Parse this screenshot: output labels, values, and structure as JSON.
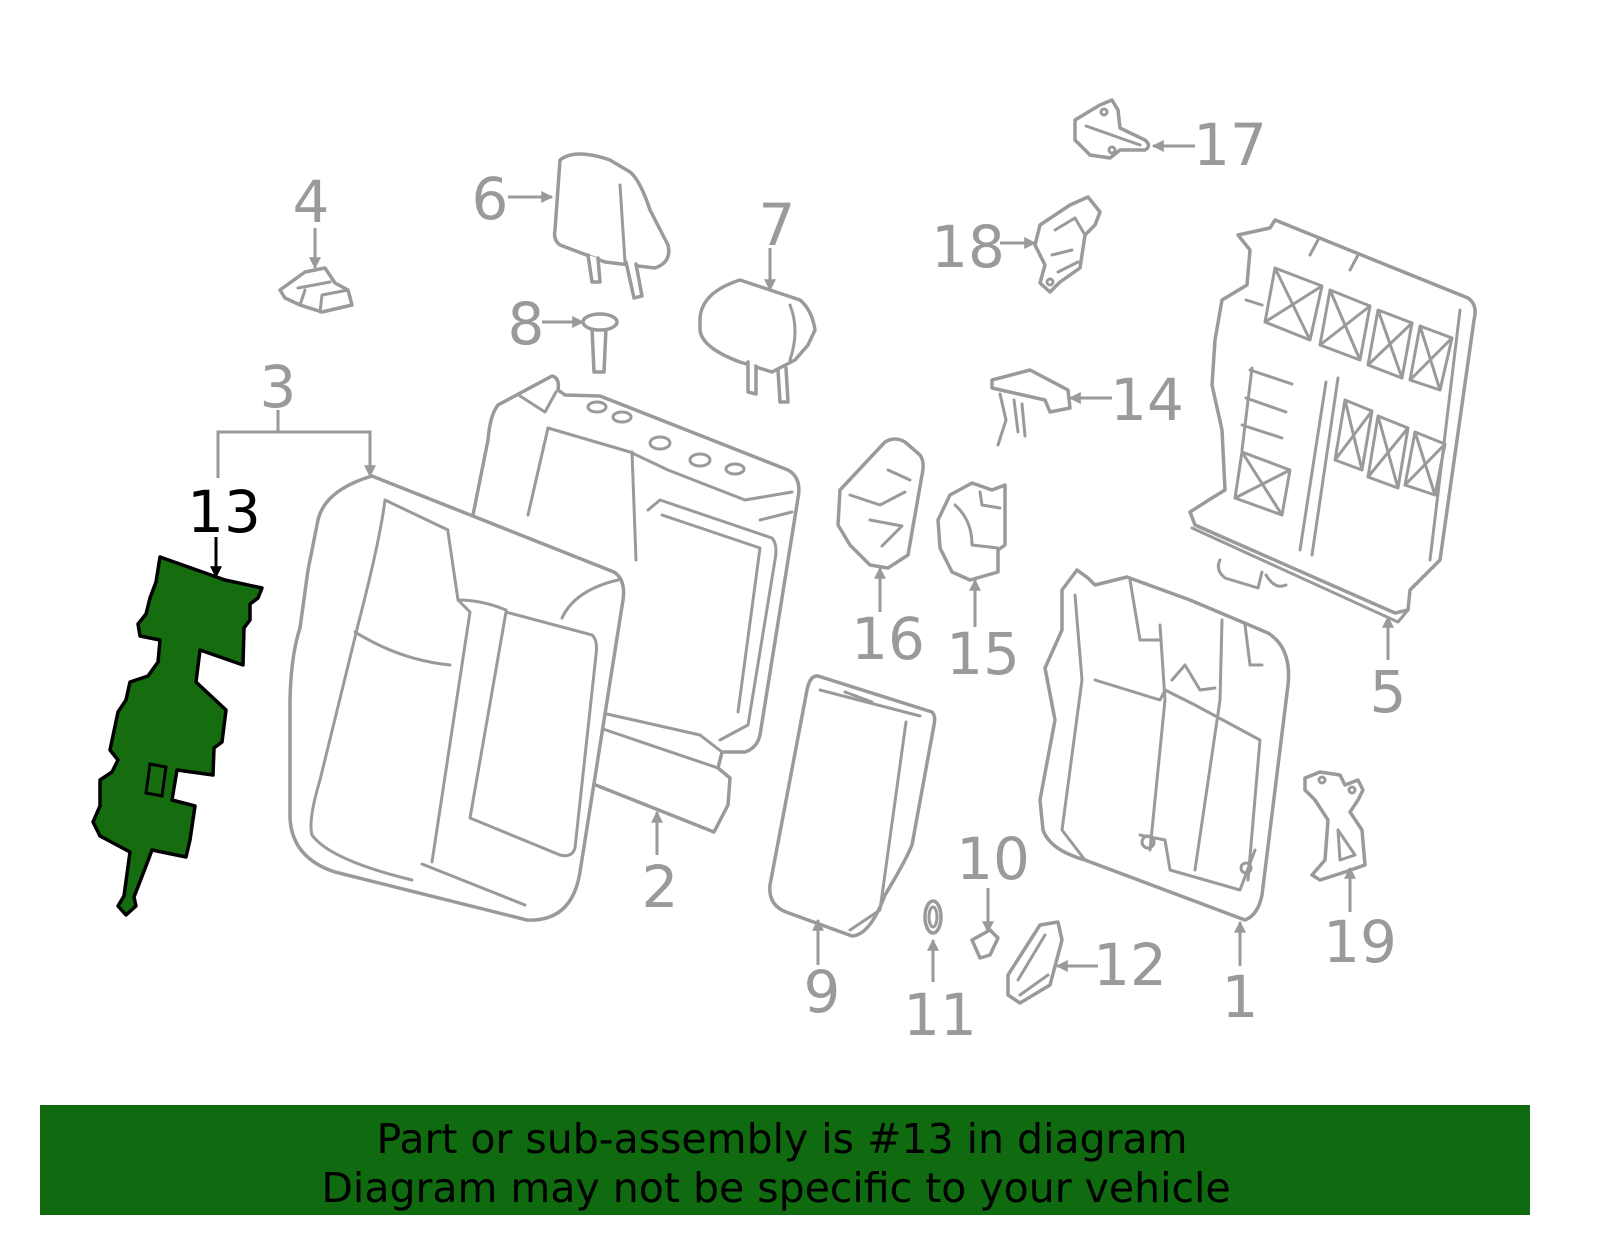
{
  "diagram": {
    "labels": {
      "p1": "1",
      "p2": "2",
      "p3": "3",
      "p4": "4",
      "p5": "5",
      "p6": "6",
      "p7": "7",
      "p8": "8",
      "p9": "9",
      "p10": "10",
      "p11": "11",
      "p12": "12",
      "p13": "13",
      "p14": "14",
      "p15": "15",
      "p16": "16",
      "p17": "17",
      "p18": "18",
      "p19": "19"
    }
  },
  "banner": {
    "line1": "Part or sub-assembly is #13 in diagram",
    "line2": "Diagram may not be specific to your vehicle"
  },
  "colors": {
    "line_art": "#9a9a9a",
    "highlight_part": "#156d0f",
    "highlight_label": "#000000",
    "banner_background": "#0f6a10"
  }
}
